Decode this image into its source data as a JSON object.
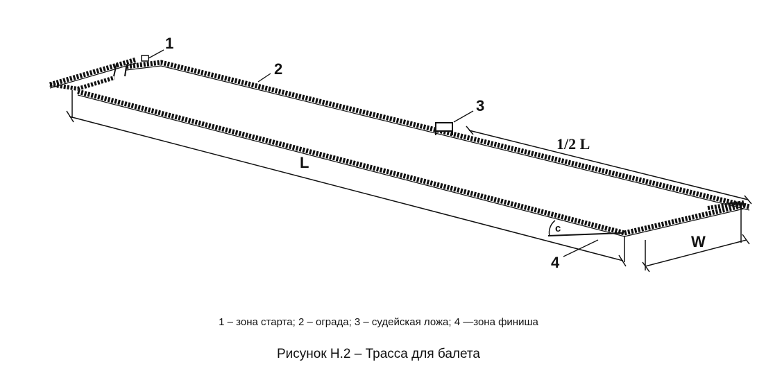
{
  "diagram": {
    "labels": {
      "n1": "1",
      "n2": "2",
      "n3": "3",
      "n4": "4",
      "half_length": "1/2 L",
      "length": "L",
      "width": "W",
      "angle": "c"
    }
  },
  "legend": "1 – зона старта; 2 – ограда; 3 – судейская ложа; 4 —зона финиша",
  "caption": "Рисунок Н.2 – Трасса для балета"
}
